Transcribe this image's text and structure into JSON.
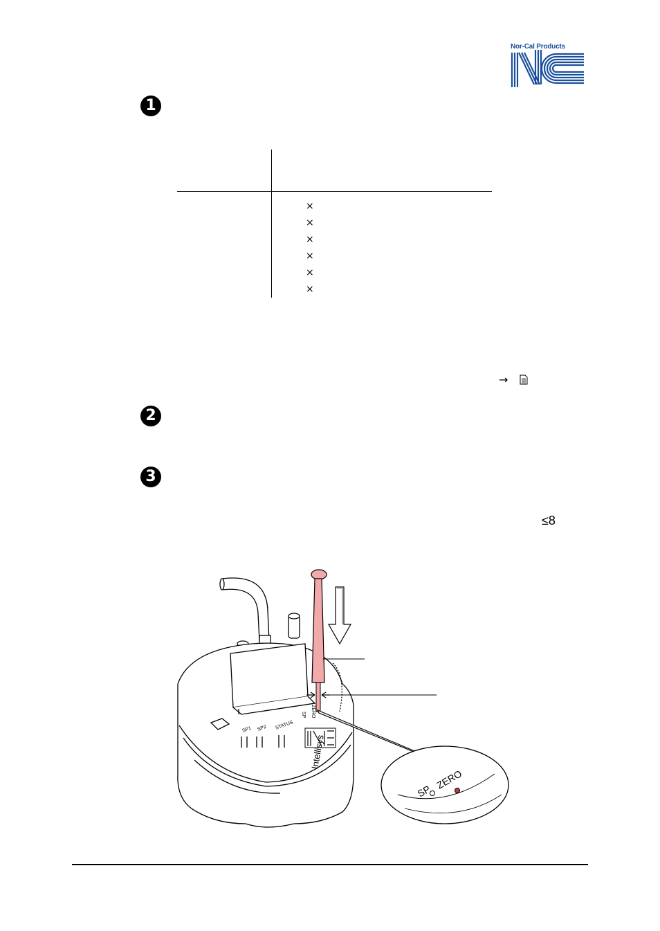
{
  "logo": {
    "company": "Nor-Cal Products",
    "mark": "NC",
    "color": "#1a4f9c"
  },
  "steps": [
    "1",
    "2",
    "3"
  ],
  "table": {
    "multiplier_symbol": "×",
    "rows": 6
  },
  "reference": {
    "arrow": "→",
    "doc_icon": "document-icon"
  },
  "limit_text": "≤8",
  "illustration": {
    "sensor_labels": [
      "SP1",
      "SP2",
      "STATUS",
      "SP",
      "ZERO"
    ],
    "brand": "Intellisys",
    "detail_sp": "SP",
    "detail_zero": "ZERO",
    "probe_color": "#f2a9a9",
    "zero_led_color": "#c0392b"
  }
}
